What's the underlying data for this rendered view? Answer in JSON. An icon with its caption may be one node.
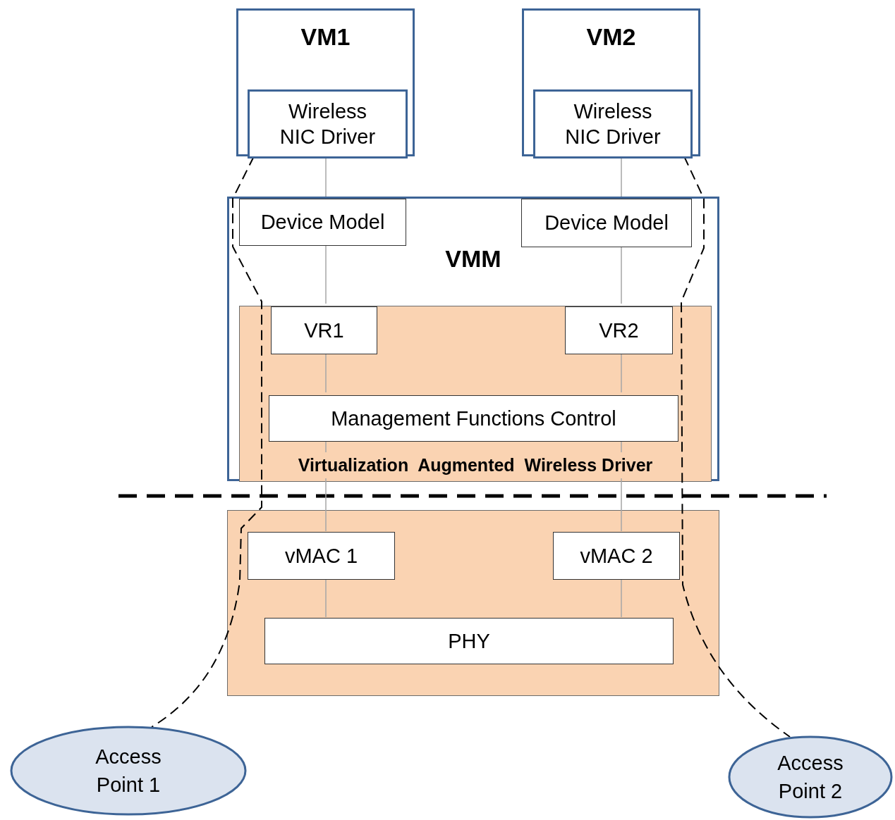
{
  "diagram": {
    "nodes": [
      {
        "text": [
          "VM1"
        ]
      },
      {
        "text": [
          "Wireless NIC Driver"
        ],
        "in": 0
      },
      {
        "text": [
          "VM2"
        ]
      },
      {
        "text": [
          "Wireless NIC Driver"
        ],
        "in": 2
      },
      {
        "text": [
          "VMM"
        ]
      },
      {
        "text": [
          "Device Model"
        ],
        "in": 4
      },
      {
        "text": [
          "Device Model"
        ],
        "in": 4
      },
      {
        "text": [
          "Virtualization  Augmented  Wireless Driver"
        ],
        "in": 4
      },
      {
        "text": [
          "VR1"
        ],
        "in": 7
      },
      {
        "text": [
          "VR2"
        ],
        "in": 7
      },
      {
        "text": [
          "Management Functions Control"
        ],
        "in": 7
      },
      {
        "text": [],
        "shape": "box"
      },
      {
        "text": [
          "vMAC 1"
        ],
        "in": 11
      },
      {
        "text": [
          "vMAC 2"
        ],
        "in": 11
      },
      {
        "text": [
          "PHY"
        ],
        "in": 11
      },
      {
        "text": [
          "Access Point 1"
        ]
      },
      {
        "text": [
          "Access Point 2"
        ]
      }
    ],
    "edges": [
      {
        "from": 1,
        "to": 5,
        "arrow": "none"
      },
      {
        "from": 5,
        "to": 8,
        "arrow": "none"
      },
      {
        "from": 8,
        "to": 10,
        "arrow": "none"
      },
      {
        "from": 10,
        "to": 12,
        "arrow": "none"
      },
      {
        "from": 12,
        "to": 14,
        "arrow": "none"
      },
      {
        "from": 3,
        "to": 6,
        "arrow": "none"
      },
      {
        "from": 6,
        "to": 9,
        "arrow": "none"
      },
      {
        "from": 9,
        "to": 10,
        "arrow": "none"
      },
      {
        "from": 10,
        "to": 13,
        "arrow": "none"
      },
      {
        "from": 13,
        "to": 14,
        "arrow": "none"
      },
      {
        "from": 1,
        "to": 15,
        "arrow": "none",
        "style": "dashed",
        "color": "#000000"
      },
      {
        "from": 3,
        "to": 16,
        "arrow": "none",
        "style": "dashed",
        "color": "#000000"
      }
    ]
  }
}
